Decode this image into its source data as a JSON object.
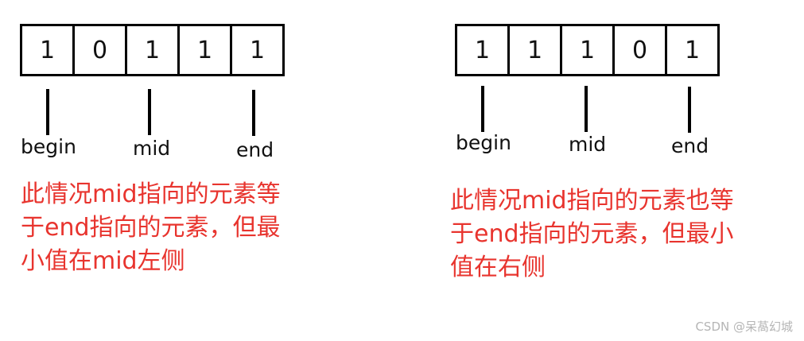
{
  "left": {
    "cells": [
      "1",
      "0",
      "1",
      "1",
      "1"
    ],
    "pointers": {
      "begin": "begin",
      "mid": "mid",
      "end": "end"
    },
    "caption": [
      "此情况mid指向的元素等",
      "于end指向的元素，但最",
      "小值在mid左侧"
    ]
  },
  "right": {
    "cells": [
      "1",
      "1",
      "1",
      "0",
      "1"
    ],
    "pointers": {
      "begin": "begin",
      "mid": "mid",
      "end": "end"
    },
    "caption": [
      "此情况mid指向的元素也等",
      "于end指向的元素，但最小",
      "值在右侧"
    ]
  },
  "watermark": "CSDN @呆萵幻城",
  "colors": {
    "caption": "#e8342e",
    "border": "#000000"
  }
}
